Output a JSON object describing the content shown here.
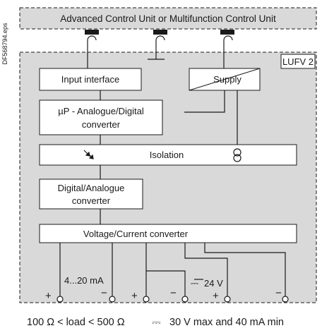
{
  "side_code": "DF568794.eps",
  "top_unit": "Advanced Control Unit or Multifunction Control Unit",
  "module_label": "LUFV 2",
  "blocks": {
    "input_interface": "Input interface",
    "supply": "Supply",
    "converter_ad_line1": "µP - Analogue/Digital",
    "converter_ad_line2": "converter",
    "isolation": "Isolation",
    "converter_da_line1": "Digital/Analogue",
    "converter_da_line2": "converter",
    "voltage_current": "Voltage/Current converter"
  },
  "outputs": {
    "current_range": "4...20 mA",
    "dc_supply": "24 V",
    "dc_symbol": "⎓",
    "plus": "+",
    "minus": "−"
  },
  "footer": {
    "load_condition": "100 Ω < load < 500 Ω",
    "dc_symbol": "⎓",
    "supply_spec": "30 V max and 40 mA min"
  },
  "colors": {
    "panel_fill": "#d9d9d9",
    "block_fill": "#ffffff",
    "connector": "#1a1a1a",
    "line": "#1a1a1a"
  }
}
